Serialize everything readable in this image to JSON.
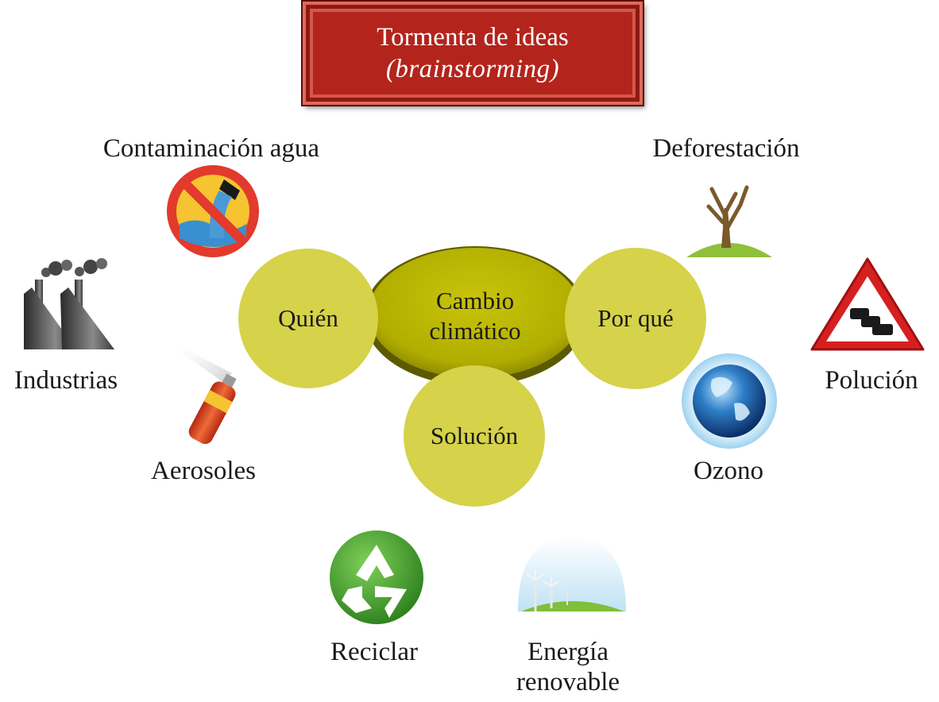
{
  "title": {
    "line1": "Tormenta de ideas",
    "line2": "(brainstorming)"
  },
  "center": {
    "line1": "Cambio",
    "line2": "climático"
  },
  "bubbles": {
    "who": "Quién",
    "why": "Por qué",
    "solution": "Solución"
  },
  "ideas": {
    "water": "Contaminación agua",
    "industries": "Industrias",
    "aerosols": "Aerosoles",
    "deforestation": "Deforestación",
    "pollution": "Polución",
    "ozone": "Ozono",
    "recycle": "Reciclar",
    "energy_line1": "Energía",
    "energy_line2": "renovable"
  },
  "colors": {
    "title_fill": "#b3241c",
    "center_fill": "#b8b400",
    "bubble_fill": "#d6d24a",
    "recycle_green": "#3f9a2a"
  }
}
